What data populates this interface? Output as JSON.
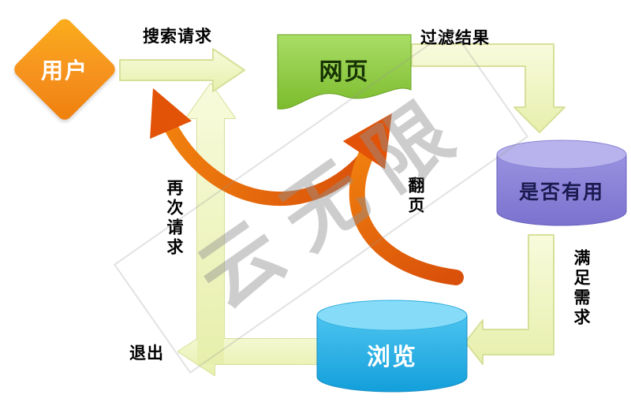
{
  "diagram": {
    "nodes": {
      "user": "用户",
      "webpage": "网页",
      "useful": "是否有用",
      "browse": "浏览"
    },
    "labels": {
      "search_request": "搜索请求",
      "filter_results": "过滤结果",
      "request_again": "再次请求",
      "page_turn": "翻页",
      "meet_needs": "满足需求",
      "exit": "退出"
    },
    "edges": [
      {
        "from": "用户",
        "to": "网页",
        "label": "搜索请求"
      },
      {
        "from": "网页",
        "to": "是否有用",
        "label": "过滤结果"
      },
      {
        "from": "是否有用",
        "to": "浏览",
        "label": "满足需求"
      },
      {
        "from": "浏览",
        "to": "网页",
        "label": "翻页"
      },
      {
        "from": "浏览",
        "to": "用户",
        "label": "再次请求"
      },
      {
        "from": "浏览",
        "to": "退出",
        "label": "退出"
      }
    ],
    "watermark": "云无限",
    "colors": {
      "user_node": "#F6921E",
      "webpage_node": "#8CC63F",
      "useful_node": "#8A82D8",
      "browse_node": "#29ABE2",
      "flow_arrow_fill": "#F0F5C6",
      "loop_arrow": "#E8630C"
    }
  }
}
